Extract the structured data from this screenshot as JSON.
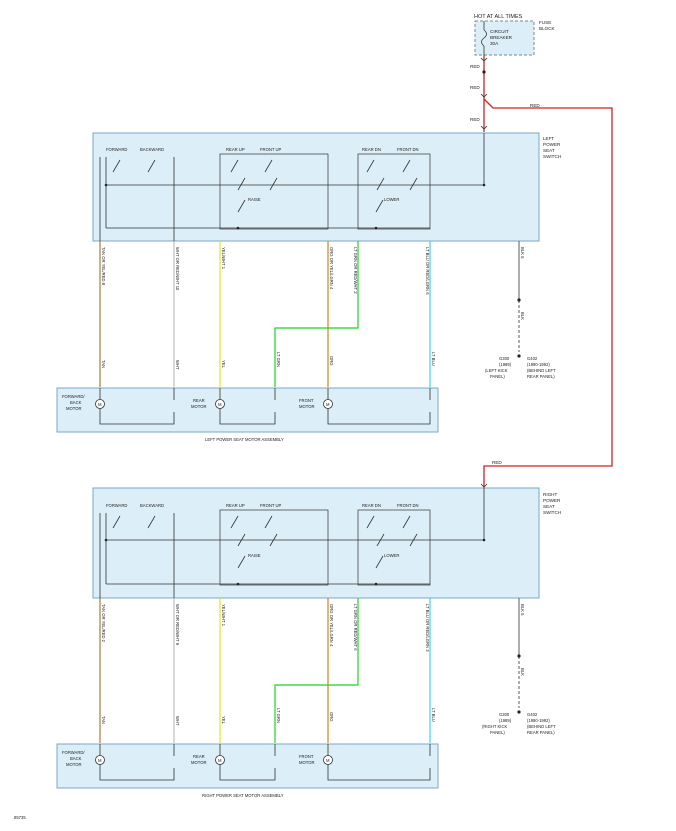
{
  "fuse": {
    "hot_label": "HOT AT ALL TIMES",
    "breaker_line1": "CIRCUIT",
    "breaker_line2": "BREAKER",
    "breaker_line3": "30A",
    "block_line1": "FUSE",
    "block_line2": "BLOCK"
  },
  "wires": {
    "red": "RED",
    "blk": "BLK"
  },
  "left_switch": {
    "title_line1": "LEFT",
    "title_line2": "POWER",
    "title_line3": "SEAT",
    "title_line4": "SWITCH",
    "forward": "FORWARD",
    "backward": "BACKWARD",
    "rear_up": "REAR UP",
    "front_up": "FRONT UP",
    "rear_dn": "REAR DN",
    "front_dn": "FRONT DN",
    "raise": "RAISE",
    "lower": "LOWER"
  },
  "right_switch": {
    "title_line1": "RIGHT",
    "title_line2": "POWER",
    "title_line3": "SEAT",
    "title_line4": "SWITCH",
    "forward": "FORWARD",
    "backward": "BACKWARD",
    "rear_up": "REAR UP",
    "front_up": "FRONT UP",
    "rear_dn": "REAR DN",
    "front_dn": "FRONT DN",
    "raise": "RAISE",
    "lower": "LOWER"
  },
  "left_wires": {
    "w1": "TAN OR YEL/RED 8",
    "w2": "WHT OR RED/WHT 10",
    "w3": "YEL/WHT 1",
    "w4": "ORG OR YEL/LGRN 4",
    "w5": "LT GRN OR RED/WHT 2",
    "w6": "LT BLU OR RED/LGRN 6",
    "w7": "BLK 5"
  },
  "right_wires": {
    "w1": "TAN OR YEL/RED 2",
    "w2": "WHT OR RED/WHT 9",
    "w3": "YEL/WHT 1",
    "w4": "ORG OR YEL/LGRN 4",
    "w5": "LT GRN OR RED/WHT 6",
    "w6": "LT BLU OR RED/LGRN 3",
    "w7": "BLK 5"
  },
  "left_motor_wires": {
    "m1": "TAN",
    "m2": "WHT",
    "m3": "YEL",
    "m4": "LT GRN",
    "m5": "ORG",
    "m6": "LT BLU"
  },
  "right_motor_wires": {
    "m1": "TAN",
    "m2": "WHT",
    "m3": "YEL",
    "m4": "LT GRN",
    "m5": "ORG",
    "m6": "LT BLU"
  },
  "left_motors": {
    "fb_line1": "FORWARD/",
    "fb_line2": "BACK",
    "fb_line3": "MOTOR",
    "rear_line1": "REAR",
    "rear_line2": "MOTOR",
    "front_line1": "FRONT",
    "front_line2": "MOTOR",
    "assembly": "LEFT POWER SEAT MOTOR ASSEMBLY"
  },
  "right_motors": {
    "fb_line1": "FORWARD/",
    "fb_line2": "BACK",
    "fb_line3": "MOTOR",
    "rear_line1": "REAR",
    "rear_line2": "MOTOR",
    "front_line1": "FRONT",
    "front_line2": "MOTOR",
    "assembly": "RIGHT POWER SEAT MOTOR ASSEMBLY"
  },
  "motor_symbol": "M",
  "left_grounds": {
    "g1_line1": "G300",
    "g1_line2": "(1989)",
    "g1_line3": "(LEFT KICK",
    "g1_line4": "PANEL)",
    "g2_line1": "G402",
    "g2_line2": "(1990-1992)",
    "g2_line3": "(BEHIND LEFT",
    "g2_line4": "REAR PANEL)"
  },
  "right_grounds": {
    "g1_line1": "G300",
    "g1_line2": "(1989)",
    "g1_line3": "(RIGHT KICK",
    "g1_line4": "PANEL)",
    "g2_line1": "G402",
    "g2_line2": "(1990-1992)",
    "g2_line3": "(BEHIND LEFT",
    "g2_line4": "REAR PANEL)"
  },
  "figure_id": "85735",
  "colors": {
    "red": "#d42020",
    "tan": "#b07a3a",
    "white": "#bdbdbd",
    "yellow": "#e6e61a",
    "ltgreen": "#1fd41f",
    "orange": "#d9831a",
    "ltblue": "#3ad6ea",
    "black": "#222222",
    "box": "#dceef8"
  }
}
